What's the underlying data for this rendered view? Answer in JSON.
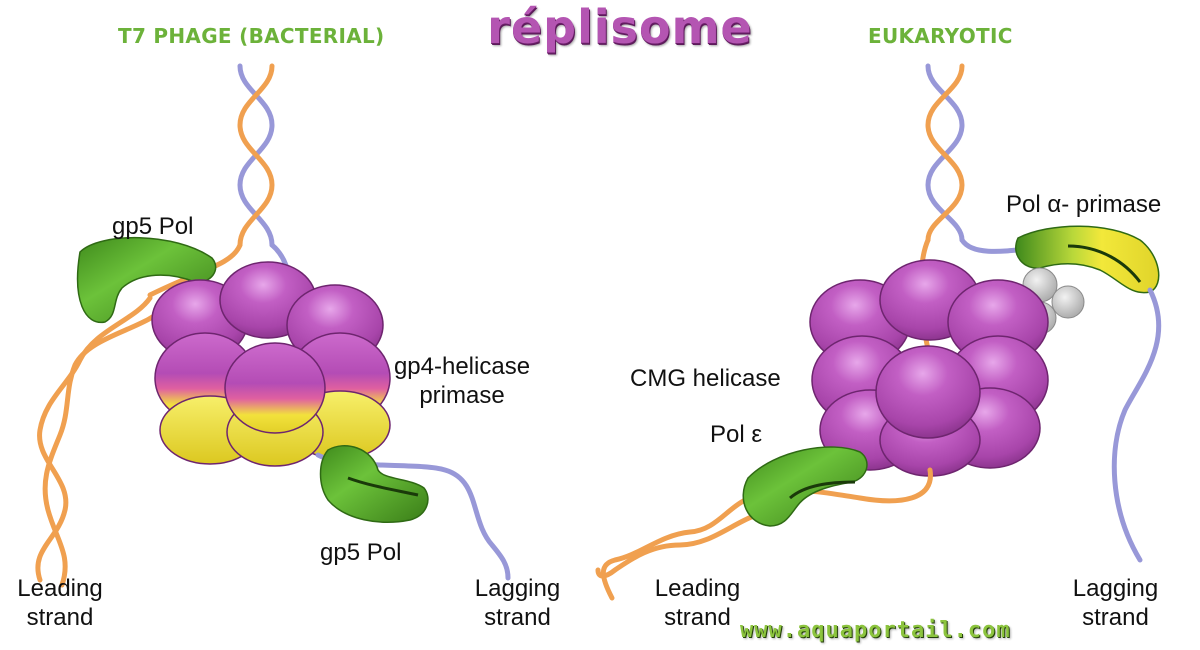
{
  "title": "réplisome",
  "left_panel": {
    "heading": "T7 PHAGE (BACTERIAL)",
    "labels": {
      "pol_top": "gp5 Pol",
      "helicase_line1": "gp4-helicase",
      "helicase_line2": "primase",
      "pol_bottom": "gp5 Pol",
      "leading_line1": "Leading",
      "leading_line2": "strand",
      "lagging_line1": "Lagging",
      "lagging_line2": "strand"
    }
  },
  "right_panel": {
    "heading": "EUKARYOTIC",
    "labels": {
      "pol_alpha": "Pol α- primase",
      "cmg": "CMG helicase",
      "pol_epsilon": "Pol ε",
      "leading_line1": "Leading",
      "leading_line2": "strand",
      "lagging_line1": "Lagging",
      "lagging_line2": "strand"
    }
  },
  "watermark": "www.aquaportail.com",
  "colors": {
    "title": "#b455b2",
    "heading": "#6cb23a",
    "watermark": "#8cc43e",
    "strand_orange": "#f0a050",
    "strand_blue": "#9898d8",
    "helicase_magenta": "#b24fb5",
    "helicase_yellow": "#f2e53a",
    "polymerase_green": "#5cad2c",
    "primase_grey": "#c4c4c4"
  }
}
